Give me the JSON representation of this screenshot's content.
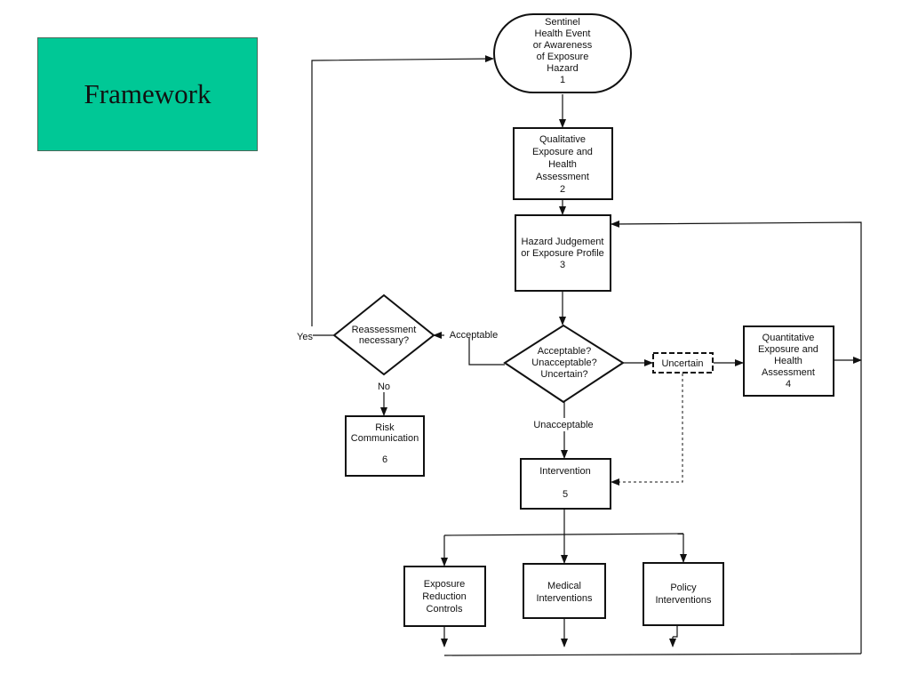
{
  "slide": {
    "title": "Framework"
  },
  "nodes": {
    "n1": {
      "lines": [
        "Sentinel",
        "Health Event",
        "or Awareness",
        "of Exposure",
        "Hazard",
        "1"
      ]
    },
    "n2": {
      "lines": [
        "Qualitative",
        "Exposure and",
        "Health",
        "Assessment",
        "2"
      ]
    },
    "n3": {
      "lines": [
        "Hazard Judgement",
        "or Exposure Profile",
        "3"
      ]
    },
    "decision": {
      "lines": [
        "Acceptable?",
        "Unacceptable?",
        "Uncertain?"
      ]
    },
    "reassess": {
      "lines": [
        "Reassessment",
        "necessary?"
      ]
    },
    "uncertain": {
      "lines": [
        "Uncertain"
      ]
    },
    "n4": {
      "lines": [
        "Quantitative",
        "Exposure and",
        "Health",
        "Assessment",
        "4"
      ]
    },
    "n5": {
      "lines": [
        "Intervention",
        "",
        "5"
      ]
    },
    "n6": {
      "lines": [
        "Risk",
        "Communication",
        "",
        "6"
      ]
    },
    "exposure": {
      "lines": [
        "Exposure",
        "Reduction",
        "Controls"
      ]
    },
    "medical": {
      "lines": [
        "Medical",
        "Interventions"
      ]
    },
    "policy": {
      "lines": [
        "Policy",
        "Interventions"
      ]
    }
  },
  "edge_labels": {
    "yes": "Yes",
    "no": "No",
    "acceptable": "Acceptable",
    "unacceptable": "Unacceptable"
  }
}
